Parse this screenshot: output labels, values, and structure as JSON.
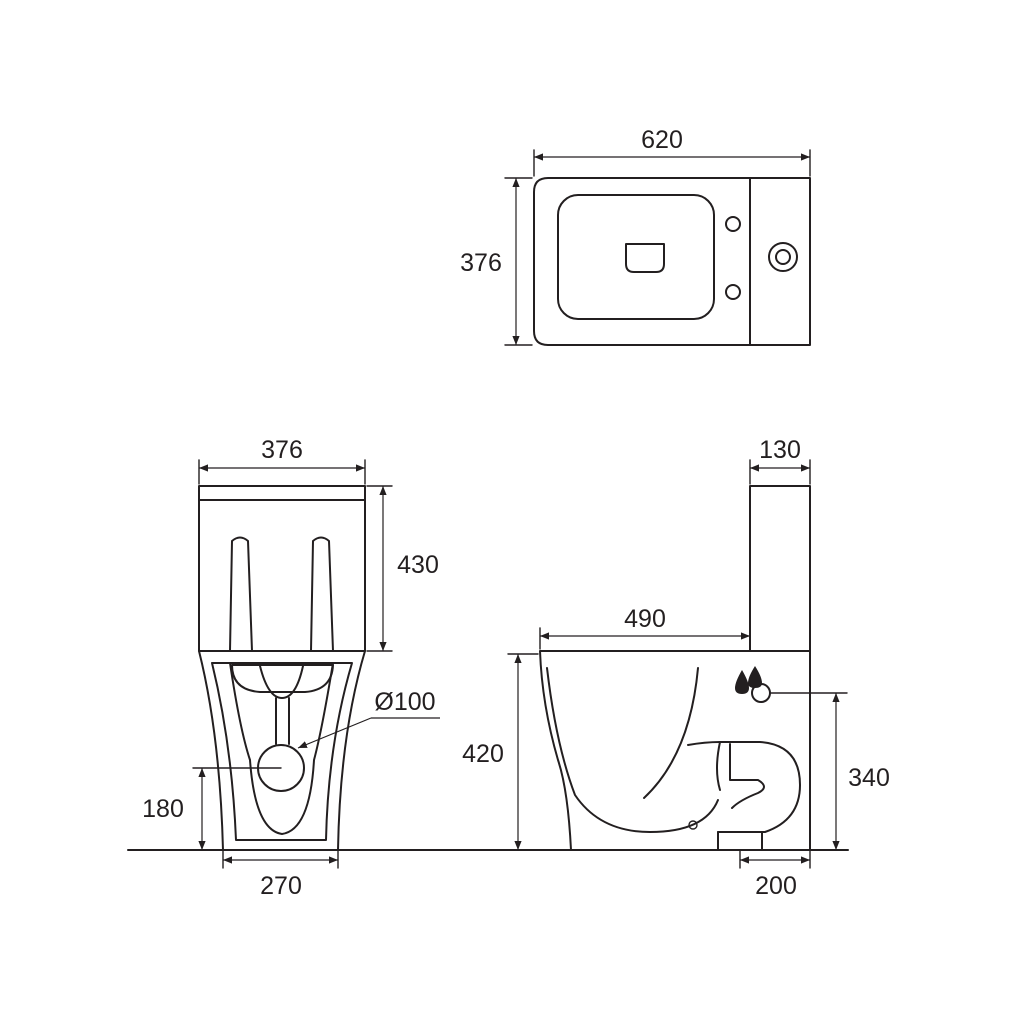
{
  "drawing": {
    "top_view": {
      "width_label": "620",
      "depth_label": "376"
    },
    "front_view": {
      "width_label": "376",
      "tank_height_label": "430",
      "outlet_diameter_label": "Ø100",
      "outlet_height_label": "180",
      "base_width_label": "270"
    },
    "side_view": {
      "tank_depth_label": "130",
      "bowl_length_label": "490",
      "seat_height_label": "420",
      "inlet_height_label": "340",
      "outlet_offset_label": "200"
    },
    "icons": {
      "water_inlet": "water-drops-icon"
    }
  }
}
